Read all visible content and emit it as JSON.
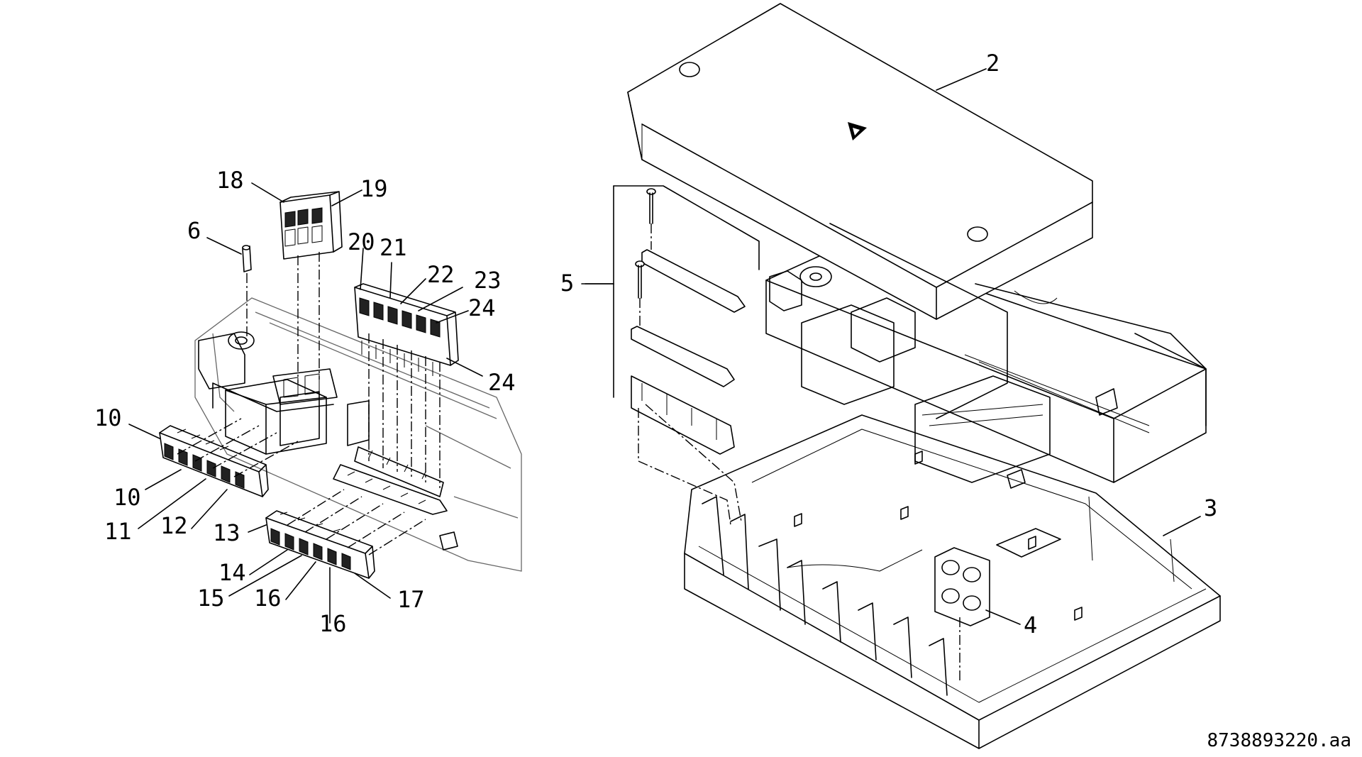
{
  "callouts": {
    "c2": "2",
    "c3": "3",
    "c4": "4",
    "c5": "5",
    "c6": "6",
    "c10a": "10",
    "c10b": "10",
    "c11": "11",
    "c12": "12",
    "c13": "13",
    "c14": "14",
    "c15": "15",
    "c16a": "16",
    "c16b": "16",
    "c17": "17",
    "c18": "18",
    "c19": "19",
    "c20": "20",
    "c21": "21",
    "c22": "22",
    "c23": "23",
    "c24a": "24",
    "c24b": "24"
  },
  "document_id": "8738893220.aa",
  "cover_symbol": "warning-triangle-icon"
}
